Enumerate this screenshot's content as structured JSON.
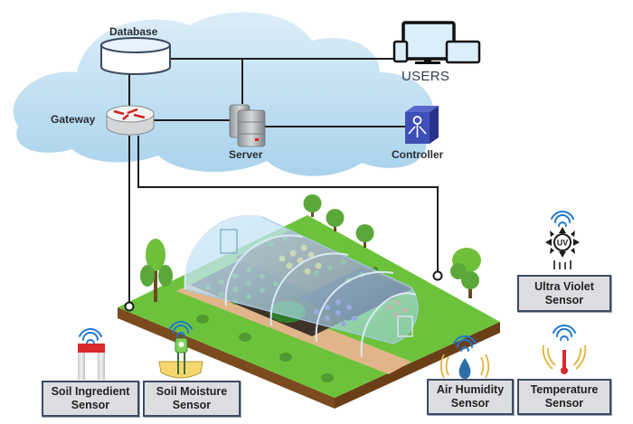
{
  "diagram": {
    "title": "Smart greenhouse IoT network",
    "cloud_nodes": {
      "database": {
        "label": "Database",
        "icon": "database-cylinder-icon"
      },
      "gateway": {
        "label": "Gateway",
        "icon": "router-gateway-icon"
      },
      "server": {
        "label": "Server",
        "icon": "server-stack-icon"
      }
    },
    "external_nodes": {
      "users": {
        "label": "USERS",
        "icon": "devices-monitor-tablet-phone-icon"
      },
      "controller": {
        "label": "Controller",
        "icon": "controller-cube-icon"
      }
    },
    "sensors": [
      {
        "id": "soil-ingredient",
        "line1": "Soil Ingredient",
        "line2": "Sensor",
        "icon": "soil-probe-icon"
      },
      {
        "id": "soil-moisture",
        "line1": "Soil Moisture",
        "line2": "Sensor",
        "icon": "moisture-meter-icon"
      },
      {
        "id": "air-humidity",
        "line1": "Air Humidity",
        "line2": "Sensor",
        "icon": "humidity-drop-icon"
      },
      {
        "id": "temperature",
        "line1": "Temperature",
        "line2": "Sensor",
        "icon": "thermometer-icon"
      },
      {
        "id": "ultra-violet",
        "line1": "Ultra Violet",
        "line2": "Sensor",
        "icon": "uv-sun-icon"
      }
    ],
    "uv_badge": "UV",
    "connections": [
      [
        "database",
        "users"
      ],
      [
        "database",
        "gateway"
      ],
      [
        "database-users-line",
        "server"
      ],
      [
        "gateway",
        "server"
      ],
      [
        "server",
        "controller"
      ],
      [
        "gateway",
        "greenhouse-left-node"
      ],
      [
        "gateway",
        "greenhouse-right-node"
      ]
    ],
    "colors": {
      "cloud": "#b9dcef",
      "line": "#1d1d1d",
      "grass": "#6cc33b",
      "soil": "#7b4a1e",
      "wifi": "#1e78d2",
      "controller": "#3b4bb0",
      "box_fill": "#dcdde0",
      "box_border": "#3d4a63"
    }
  }
}
